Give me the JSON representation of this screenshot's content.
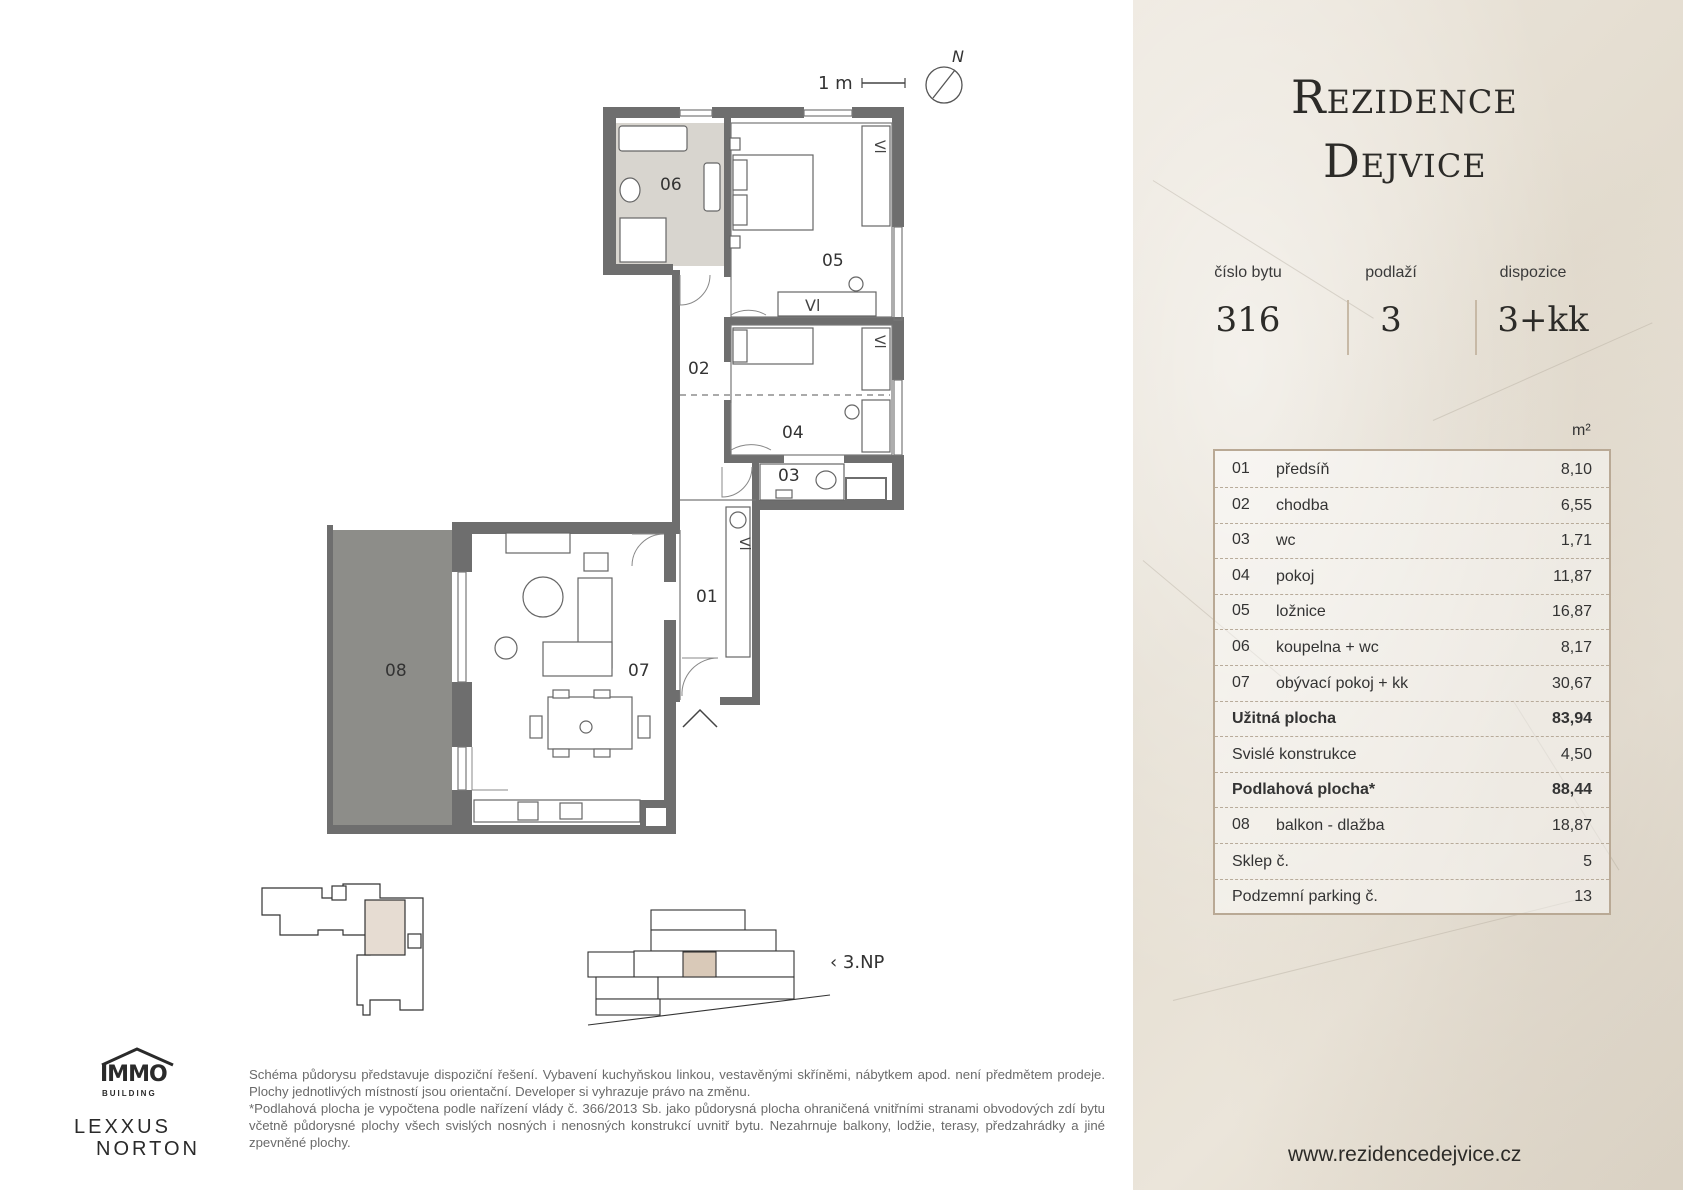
{
  "plan": {
    "scale_label": "1 m",
    "north_label": "N",
    "floor_label": "3.NP",
    "room_labels": [
      "06",
      "05",
      "02",
      "04",
      "03",
      "01",
      "08",
      "07"
    ],
    "fixture_labels": [
      "Vl",
      "Vl",
      "Vl",
      "Vl"
    ]
  },
  "brand": {
    "line1": "Rezidence",
    "line2": "Dejvice"
  },
  "info": {
    "apartment_label": "číslo bytu",
    "apartment_value": "316",
    "floor_label": "podlaží",
    "floor_value": "3",
    "layout_label": "dispozice",
    "layout_value": "3+kk"
  },
  "table": {
    "unit": "m²",
    "rows": [
      {
        "num": "01",
        "name": "předsíň",
        "value": "8,10",
        "bold": false
      },
      {
        "num": "02",
        "name": "chodba",
        "value": "6,55",
        "bold": false
      },
      {
        "num": "03",
        "name": "wc",
        "value": "1,71",
        "bold": false
      },
      {
        "num": "04",
        "name": "pokoj",
        "value": "11,87",
        "bold": false
      },
      {
        "num": "05",
        "name": "ložnice",
        "value": "16,87",
        "bold": false
      },
      {
        "num": "06",
        "name": "koupelna + wc",
        "value": "8,17",
        "bold": false
      },
      {
        "num": "07",
        "name": "obývací pokoj + kk",
        "value": "30,67",
        "bold": false
      },
      {
        "num": "",
        "name": "Užitná plocha",
        "value": "83,94",
        "bold": true
      },
      {
        "num": "",
        "name": "Svislé konstrukce",
        "value": "4,50",
        "bold": false
      },
      {
        "num": "",
        "name": "Podlahová plocha*",
        "value": "88,44",
        "bold": true
      },
      {
        "num": "08",
        "name": "balkon - dlažba",
        "value": "18,87",
        "bold": false
      },
      {
        "num": "",
        "name": "Sklep č.",
        "value": "5",
        "bold": false
      },
      {
        "num": "",
        "name": "Podzemní parking č.",
        "value": "13",
        "bold": false
      }
    ]
  },
  "website": "www.rezidencedejvice.cz",
  "disclaimer": {
    "line1": "Schéma půdorysu představuje dispoziční řešení. Vybavení kuchyňskou linkou, vestavěnými skříněmi, nábytkem apod. není předmětem prodeje. Plochy jednotlivých místností jsou orientační. Developer si vyhrazuje právo na změnu.",
    "line2": "*Podlahová plocha je vypočtena podle nařízení vlády č. 366/2013 Sb. jako půdorysná plocha ohraničená vnitřními stranami obvodových zdí bytu včetně půdorysné plochy všech svislých nosných i nenosných konstrukcí uvnitř bytu. Nezahrnuje balkony, lodžie, terasy, předzahrádky a jiné zpevněné plochy."
  },
  "logos": {
    "immo": "IMMO",
    "immo_sub": "BUILDING",
    "lexxus": "LEXXUS",
    "norton": "NORTON"
  },
  "colors": {
    "wall": "#6e6e6e",
    "balcony": "#8d8d89",
    "bathroom": "#d8d5cf",
    "side_bg": "#e6e0d5",
    "table_border": "#b9a995"
  }
}
